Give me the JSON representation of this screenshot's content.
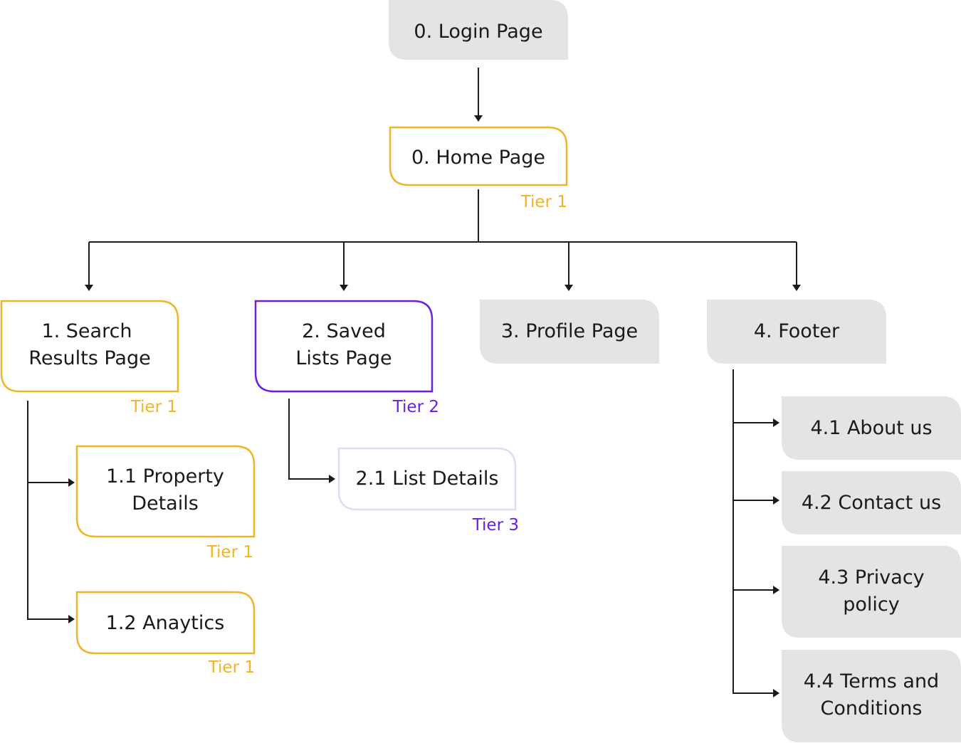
{
  "nodes": {
    "login": {
      "label": "0. Login Page"
    },
    "home": {
      "label": "0. Home Page",
      "tier": "Tier 1"
    },
    "search": {
      "label_line1": "1. Search",
      "label_line2": "Results Page",
      "tier": "Tier 1"
    },
    "saved": {
      "label_line1": "2. Saved",
      "label_line2": "Lists Page",
      "tier": "Tier 2"
    },
    "profile": {
      "label": "3. Profile Page"
    },
    "footer": {
      "label": "4. Footer"
    },
    "property": {
      "label_line1": "1.1 Property",
      "label_line2": "Details",
      "tier": "Tier 1"
    },
    "analytics": {
      "label": "1.2 Anaytics",
      "tier": "Tier 1"
    },
    "list_details": {
      "label": "2.1 List Details",
      "tier": "Tier 3"
    },
    "about": {
      "label": "4.1 About us"
    },
    "contact": {
      "label": "4.2 Contact us"
    },
    "privacy": {
      "label_line1": "4.3 Privacy",
      "label_line2": "policy"
    },
    "terms": {
      "label_line1": "4.4 Terms and",
      "label_line2": "Conditions"
    }
  },
  "colors": {
    "tier1": "#f0b429",
    "tier2": "#6a1fe0",
    "tier3_border": "#e2dcf7",
    "tier3_text": "#6a1fe0",
    "gray_fill": "#e4e4e4",
    "line": "#1a1a1a"
  }
}
